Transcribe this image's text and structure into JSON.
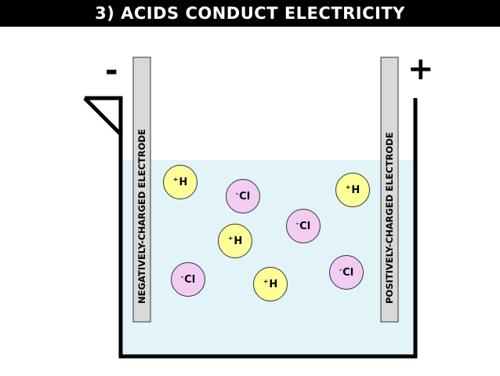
{
  "title": "3) ACIDS CONDUCT ELECTRICITY",
  "colors": {
    "title_bg": "#000000",
    "title_text": "#ffffff",
    "solution": "#e2f4f8",
    "electrode": "#d9d9d9",
    "hydrogen_ion": "#ffff99",
    "chloride_ion": "#f2ccf2"
  },
  "electrodes": {
    "negative": {
      "sign": "-",
      "label": "NEGATIVELY-CHARGED ELECTRODE"
    },
    "positive": {
      "sign": "+",
      "label": "POSITIVELY-CHARGED ELECTRODE"
    }
  },
  "ions": [
    {
      "charge": "+",
      "symbol": "H"
    },
    {
      "charge": "-",
      "symbol": "Cl"
    },
    {
      "charge": "+",
      "symbol": "H"
    },
    {
      "charge": "-",
      "symbol": "Cl"
    },
    {
      "charge": "+",
      "symbol": "H"
    },
    {
      "charge": "-",
      "symbol": "Cl"
    },
    {
      "charge": "+",
      "symbol": "H"
    },
    {
      "charge": "-",
      "symbol": "Cl"
    }
  ]
}
